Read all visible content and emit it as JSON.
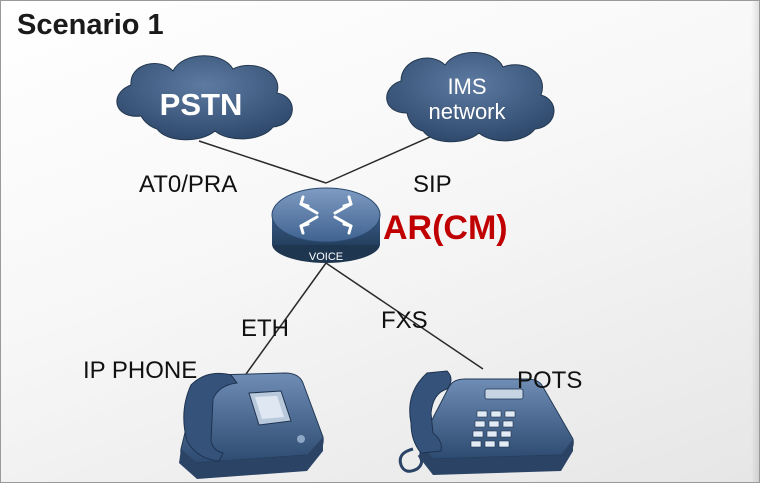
{
  "scenario_title": "Scenario 1",
  "nodes": {
    "pstn": {
      "label": "PSTN"
    },
    "ims": {
      "label_line1": "IMS",
      "label_line2": "network"
    },
    "router": {
      "name": "AR(CM)",
      "badge": "VOICE"
    },
    "ip_phone": {
      "label": "IP PHONE"
    },
    "pots_phone": {
      "label": "POTS"
    }
  },
  "links": {
    "pstn_router": "AT0/PRA",
    "ims_router": "SIP",
    "router_ip_phone": "ETH",
    "router_pots": "FXS"
  },
  "colors": {
    "cloud_fill": "#3e5a7e",
    "router_fill": "#4a6d97",
    "router_label": "#c00000",
    "phone_fill": "#3f5f86"
  }
}
